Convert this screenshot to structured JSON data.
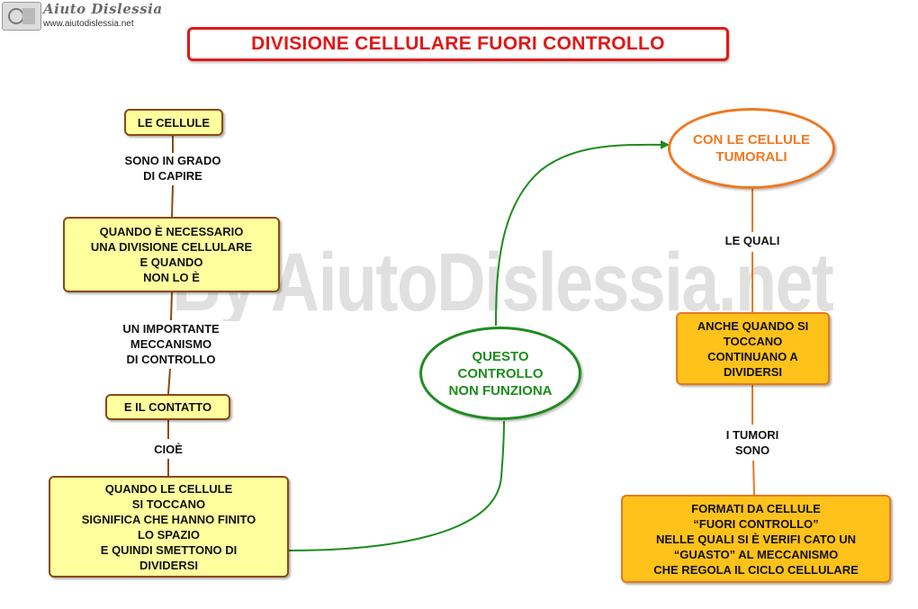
{
  "header": {
    "logo_name": "Aiuto Dislessia",
    "logo_url": "www.aiutodislessia.net"
  },
  "title": "DIVISIONE CELLULARE FUORI CONTROLLO",
  "watermark": "By AiutoDislessia.net",
  "left_chain": {
    "node1": "LE CELLULE",
    "link1": "SONO IN GRADO\nDI CAPIRE",
    "node2": "QUANDO È NECESSARIO\nUNA DIVISIONE CELLULARE\nE QUANDO\nNON LO È",
    "link2": "UN IMPORTANTE\nMECCANISMO\nDI CONTROLLO",
    "node3": "E IL CONTATTO",
    "link3": "CIOÈ",
    "node4": "QUANDO LE CELLULE\nSI TOCCANO\nSIGNIFICA CHE HANNO FINITO\nLO SPAZIO\nE QUINDI SMETTONO DI\nDIVIDERSI"
  },
  "center": {
    "node": "QUESTO\nCONTROLLO\nNON FUNZIONA"
  },
  "right_chain": {
    "node1": "CON LE CELLULE\nTUMORALI",
    "link1": "LE QUALI",
    "node2": "ANCHE QUANDO SI\nTOCCANO\nCONTINUANO A\nDIVIDERSI",
    "link2": "I TUMORI\nSONO",
    "node3": "FORMATI DA CELLULE\n“FUORI CONTROLLO”\nNELLE QUALI SI È VERIFI CATO UN\n“GUASTO” AL MECCANISMO\nCHE REGOLA IL CICLO CELLULARE"
  },
  "colors": {
    "title": "#e01818",
    "yellow_fill": "#ffff9e",
    "yellow_border": "#8a4a12",
    "orange_fill": "#ffc21a",
    "orange_border": "#e8781e",
    "green": "#1e8c1e",
    "orange_ellipse": "#f07820"
  }
}
